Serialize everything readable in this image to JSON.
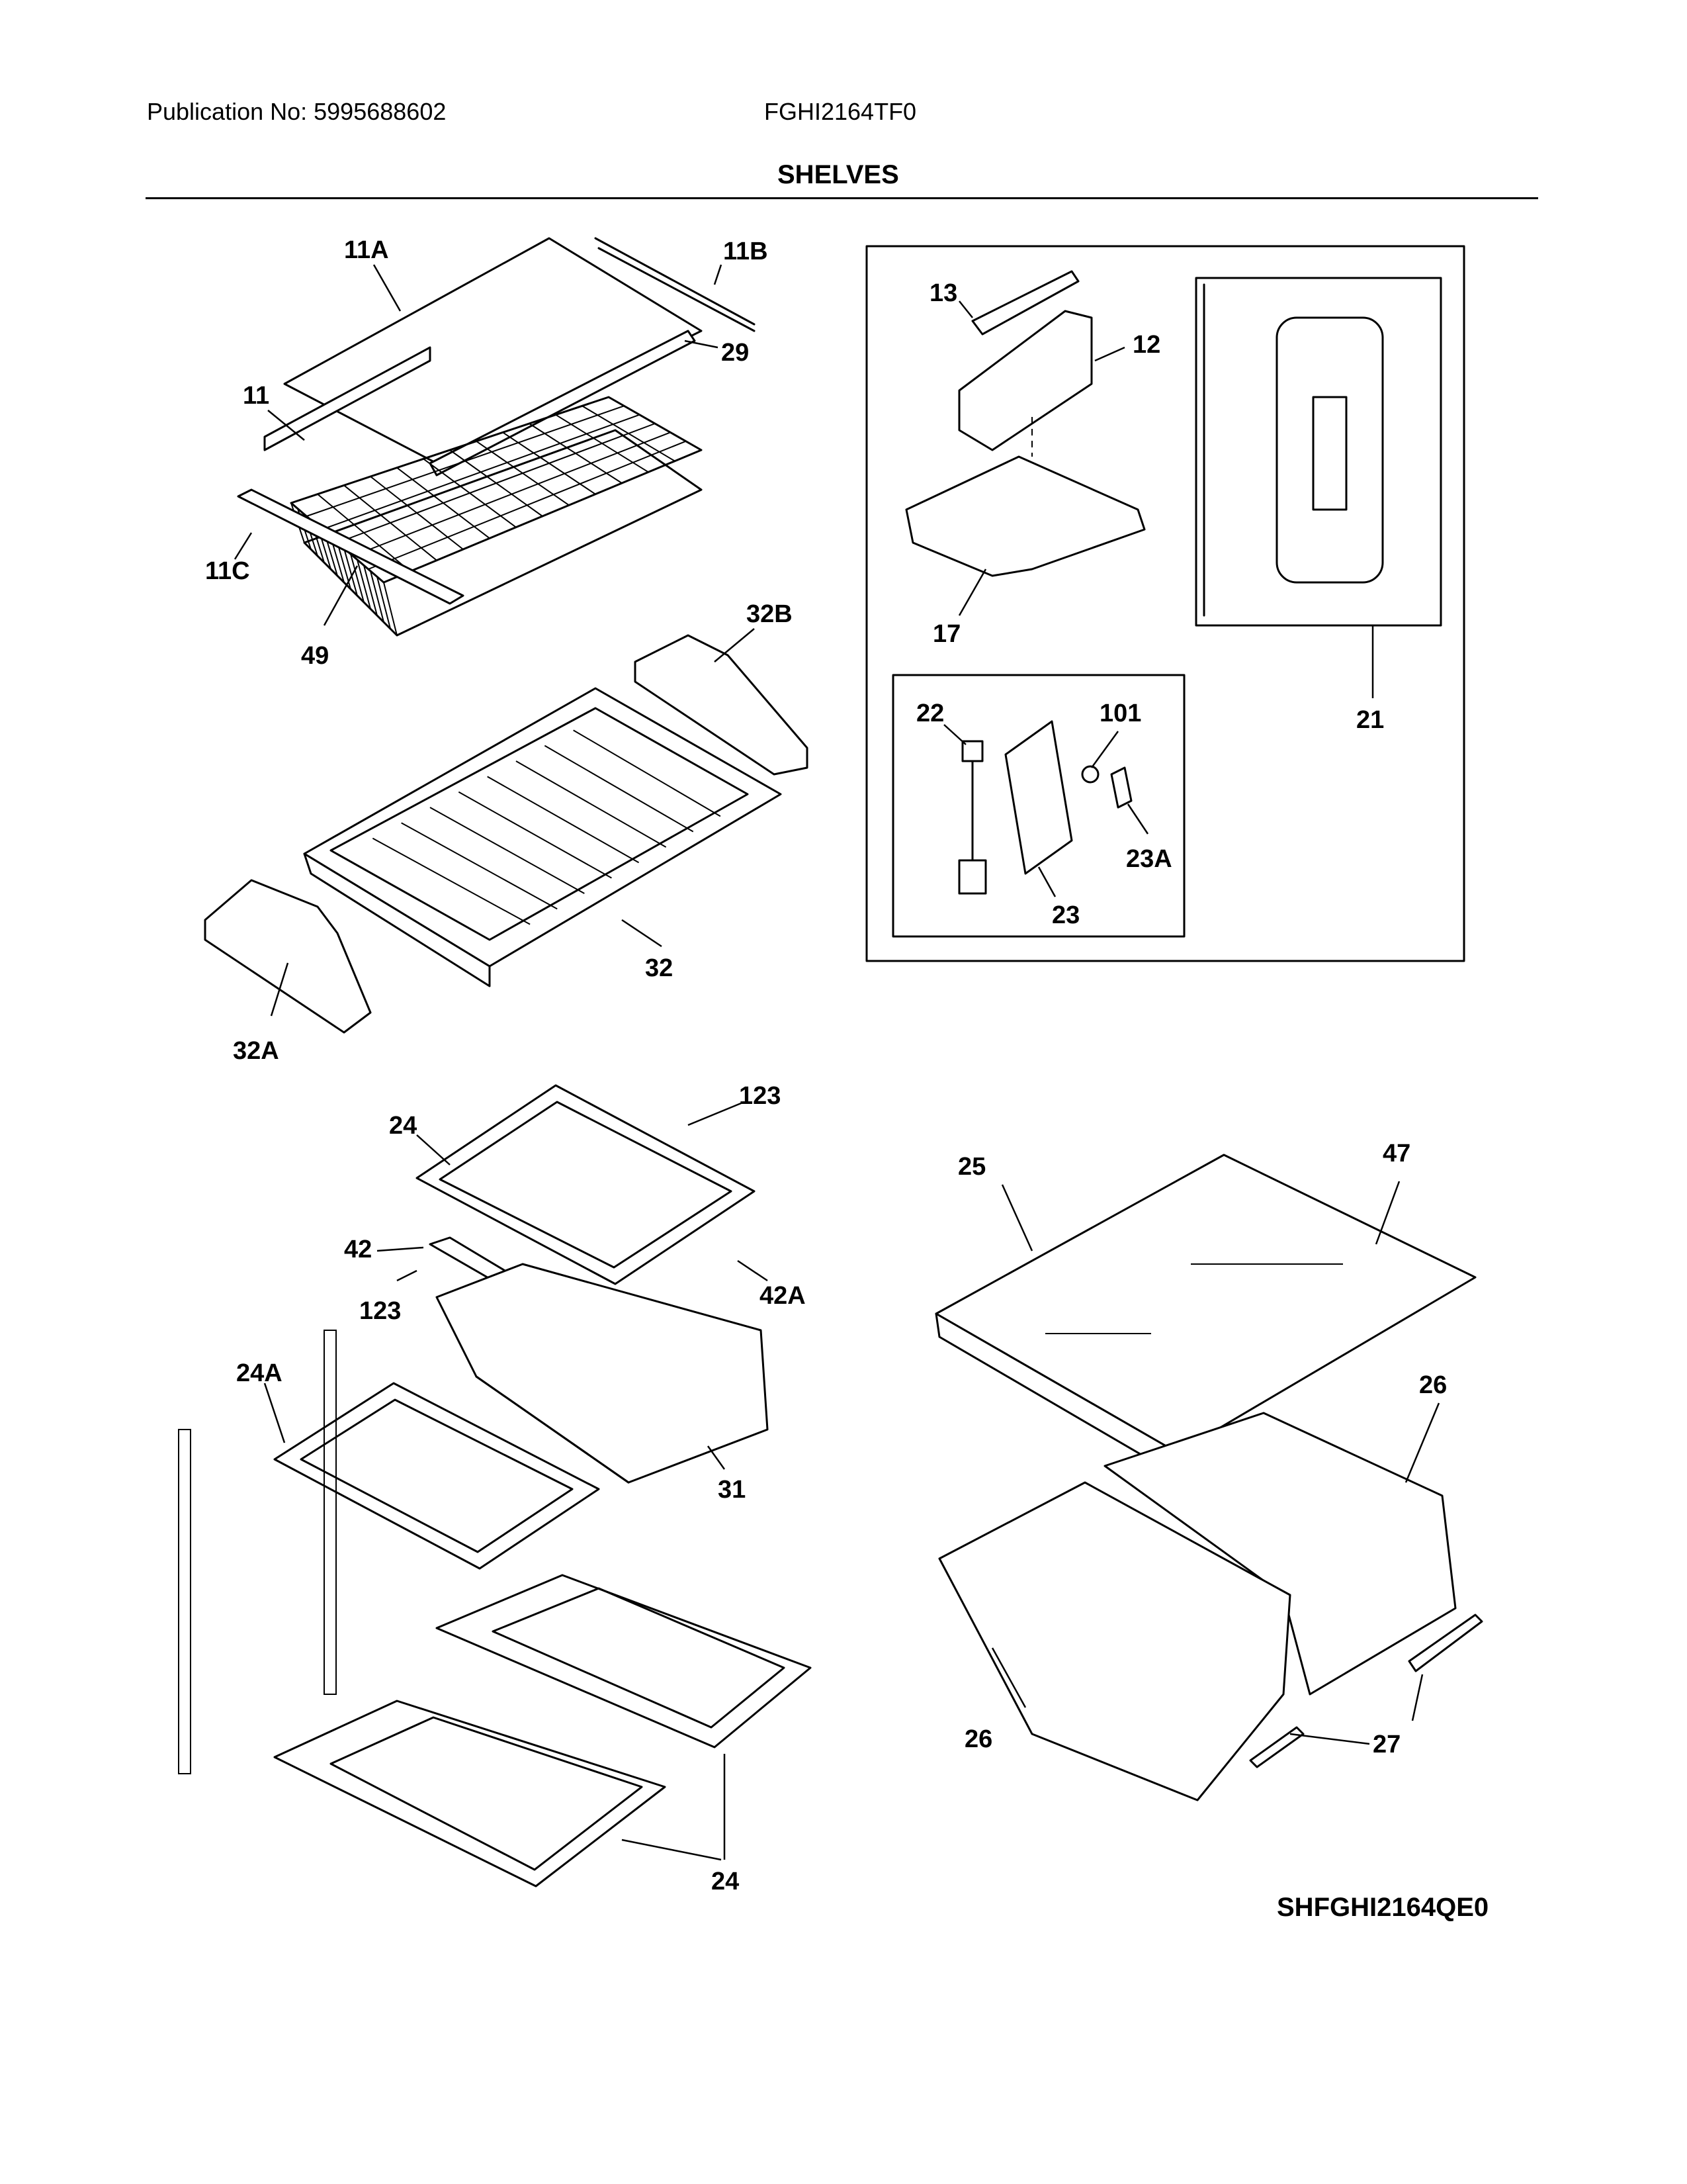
{
  "header": {
    "publication": "Publication No: 5995688602",
    "model": "FGHI2164TF0",
    "section_title": "SHELVES"
  },
  "footer": {
    "diagram_code": "SHFGHI2164QE0"
  },
  "part_labels": {
    "p11A": "11A",
    "p11B": "11B",
    "p29": "29",
    "p11": "11",
    "p11C": "11C",
    "p49": "49",
    "p32B": "32B",
    "p32": "32",
    "p32A": "32A",
    "p13": "13",
    "p12": "12",
    "p17": "17",
    "p21": "21",
    "p22": "22",
    "p101": "101",
    "p23A": "23A",
    "p23": "23",
    "p24_top": "24",
    "p123_top": "123",
    "p42": "42",
    "p42A": "42A",
    "p123_mid": "123",
    "p24A": "24A",
    "p31": "31",
    "p24_bottom": "24",
    "p25": "25",
    "p47": "47",
    "p26_right": "26",
    "p26_left": "26",
    "p27": "27"
  }
}
